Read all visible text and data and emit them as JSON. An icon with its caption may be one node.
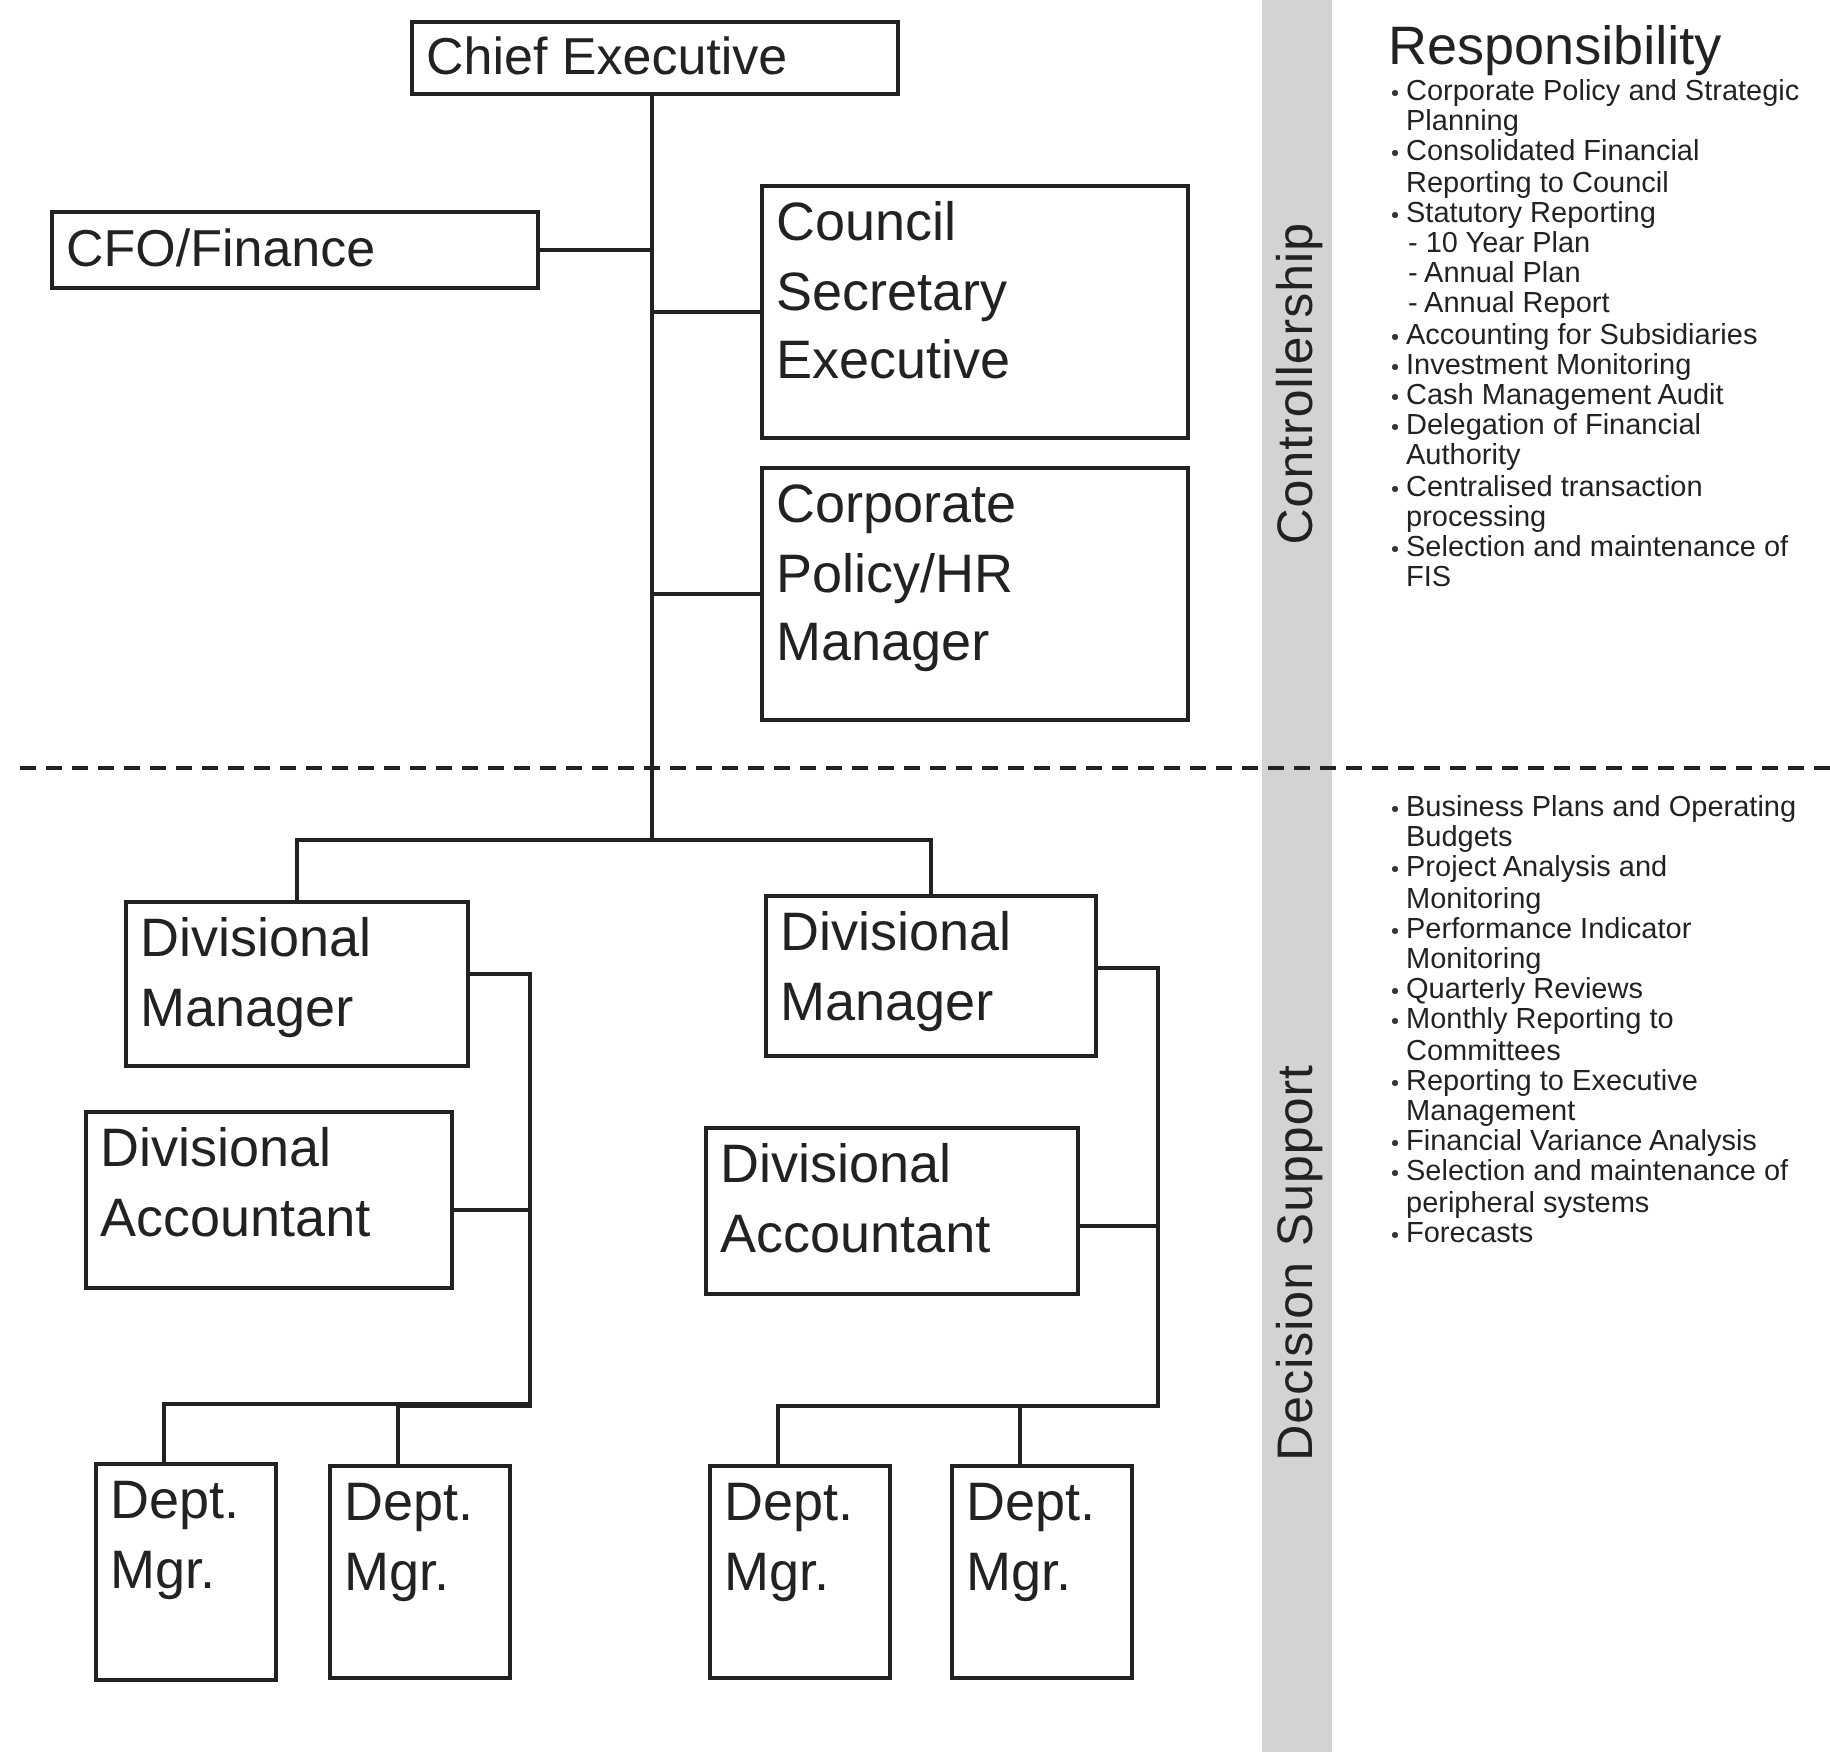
{
  "diagram": {
    "nodes": [
      {
        "text": [
          "Chief Executive"
        ]
      },
      {
        "text": [
          "CFO/Finance"
        ]
      },
      {
        "text": [
          "Council Secretary Executive"
        ]
      },
      {
        "text": [
          "Corporate Policy/HR Manager"
        ]
      },
      {
        "text": [
          "Divisional Manager"
        ]
      },
      {
        "text": [
          "Divisional Accountant"
        ]
      },
      {
        "text": [
          "Divisional Manager"
        ]
      },
      {
        "text": [
          "Divisional Accountant"
        ]
      },
      {
        "text": [
          "Dept. Mgr."
        ]
      },
      {
        "text": [
          "Dept. Mgr."
        ]
      },
      {
        "text": [
          "Dept. Mgr."
        ]
      },
      {
        "text": [
          "Dept. Mgr."
        ]
      }
    ],
    "edges": [
      {
        "from": 0,
        "to": 1,
        "arrow": "none"
      },
      {
        "from": 0,
        "to": 2,
        "arrow": "none"
      },
      {
        "from": 0,
        "to": 3,
        "arrow": "none"
      },
      {
        "from": 0,
        "to": 4,
        "arrow": "none"
      },
      {
        "from": 0,
        "to": 6,
        "arrow": "none"
      },
      {
        "from": 4,
        "to": 5,
        "arrow": "none"
      },
      {
        "from": 4,
        "to": 8,
        "arrow": "none"
      },
      {
        "from": 4,
        "to": 9,
        "arrow": "none"
      },
      {
        "from": 6,
        "to": 7,
        "arrow": "none"
      },
      {
        "from": 6,
        "to": 10,
        "arrow": "none"
      },
      {
        "from": 6,
        "to": 11,
        "arrow": "none"
      }
    ],
    "labels": [
      "Controllership",
      "Decision Support",
      "Responsibility",
      "Corporate Policy and Strategic Planning",
      "Consolidated Financial Reporting to Council",
      "Statutory Reporting",
      "- 10 Year Plan",
      "- Annual Plan",
      "- Annual Report",
      "Accounting for Subsidiaries",
      "Investment Monitoring",
      "Cash Management Audit",
      "Delegation of Financial Authority",
      "Centralised transaction processing",
      "Selection and maintenance of FIS",
      "Business Plans and Operating Budgets",
      "Project Analysis and Monitoring",
      "Performance Indicator Monitoring",
      "Quarterly Reviews",
      "Monthly Reporting to Committees",
      "Reporting to Executive Management",
      "Financial Variance Analysis",
      "Selection and maintenance of peripheral systems",
      "Forecasts"
    ]
  }
}
